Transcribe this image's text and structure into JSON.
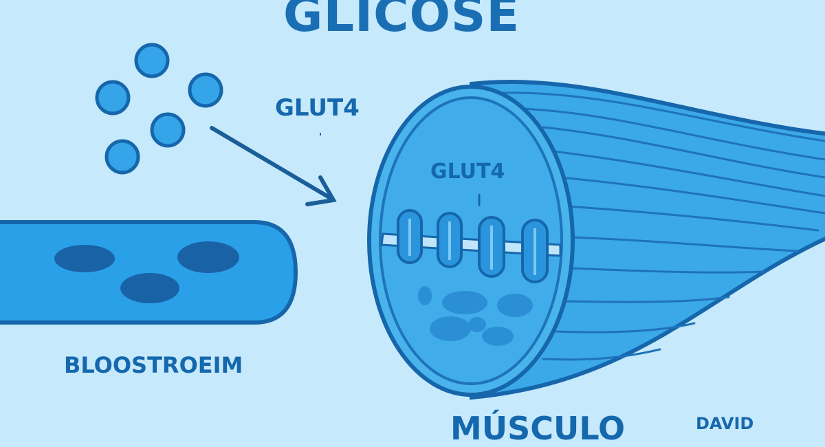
{
  "labels": {
    "title": "GLICOSE",
    "glut4_top": "GLUT4",
    "glut4_inner": "GLUT4",
    "bloodstream": "BLOOSTROEIM",
    "muscle": "MÚSCULO",
    "author": "DAVID"
  },
  "colors": {
    "background": "#c6e9fb",
    "dark_blue": "#1568ad",
    "mid_blue": "#2f93d8",
    "light_blue": "#3aa7e6"
  },
  "icons": [
    "glucose-molecule-icon",
    "arrow-icon",
    "blood-vessel-icon",
    "muscle-fiber-icon",
    "glut4-transporter-icon"
  ]
}
